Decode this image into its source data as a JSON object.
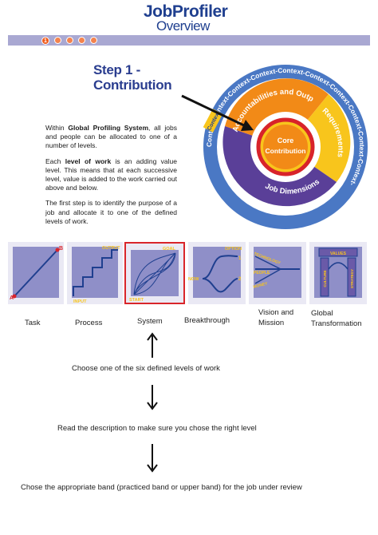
{
  "header": {
    "brand": "JobProfiler",
    "subtitle": "Overview",
    "progress_active": "1"
  },
  "step": {
    "line1": "Step 1 -",
    "line2": "Contribution"
  },
  "intro": {
    "p1_a": "Within ",
    "p1_b": "Global Profiling System",
    "p1_c": ", all jobs and people can be allocated to one of a number of levels.",
    "p2_a": "Each ",
    "p2_b": "level of work",
    "p2_c": " is an adding value level. This means that at each successive level, value is added to the work carried out above and below.",
    "p3": "The first step is to identify the purpose of a job and allocate it to one of the defined levels of work."
  },
  "wheel": {
    "ring_text": "Context-Context-Context-Context-Context-Context-Context-Context-Context-Context-",
    "segment_top": "Accountabilities and Outputs",
    "segment_right": "Requirements",
    "segment_bottom": "Job Dimensions",
    "core_line1": "Core",
    "core_line2": "Contribution",
    "tab": "Context"
  },
  "levels": [
    {
      "name": "Task",
      "marks": {
        "a": "A",
        "b": "B"
      }
    },
    {
      "name": "Process",
      "marks": {
        "top": "OUTPUT",
        "bottom": "INPUT"
      }
    },
    {
      "name": "System",
      "marks": {
        "top": "GOAL",
        "bottom": "START"
      }
    },
    {
      "name": "Breakthrough",
      "marks": {
        "top": "OPTION",
        "left": "NOW",
        "one": "1",
        "two": "2"
      }
    },
    {
      "name": "Vision and Mission",
      "name1": "Vision and",
      "name2": "Mission",
      "marks": {
        "a": "TECHNOLOGY",
        "b": "PEOPLE",
        "c": "MONEY"
      }
    },
    {
      "name": "Global Transformation",
      "name1": "Global",
      "name2": "Transformation",
      "marks": {
        "top": "VALUES",
        "left": "CULTURE",
        "right": "STRATEGY"
      }
    }
  ],
  "flow": {
    "step1": "Choose one of the six defined levels of work",
    "step2": "Read the description to make sure you chose the right level",
    "step3": "Chose the appropriate band (practiced band or upper band) for the job under review"
  },
  "colors": {
    "brand_blue": "#1f3f8f",
    "band_lavender": "#a9a8d2",
    "progress_orange": "#ef5a1b",
    "selection_red": "#d9252a",
    "wheel_ring": "#4a78c4",
    "wheel_yellow": "#f8c51c",
    "wheel_orange": "#f28a17",
    "wheel_purple": "#5a3f98",
    "core_red": "#d8232a"
  }
}
